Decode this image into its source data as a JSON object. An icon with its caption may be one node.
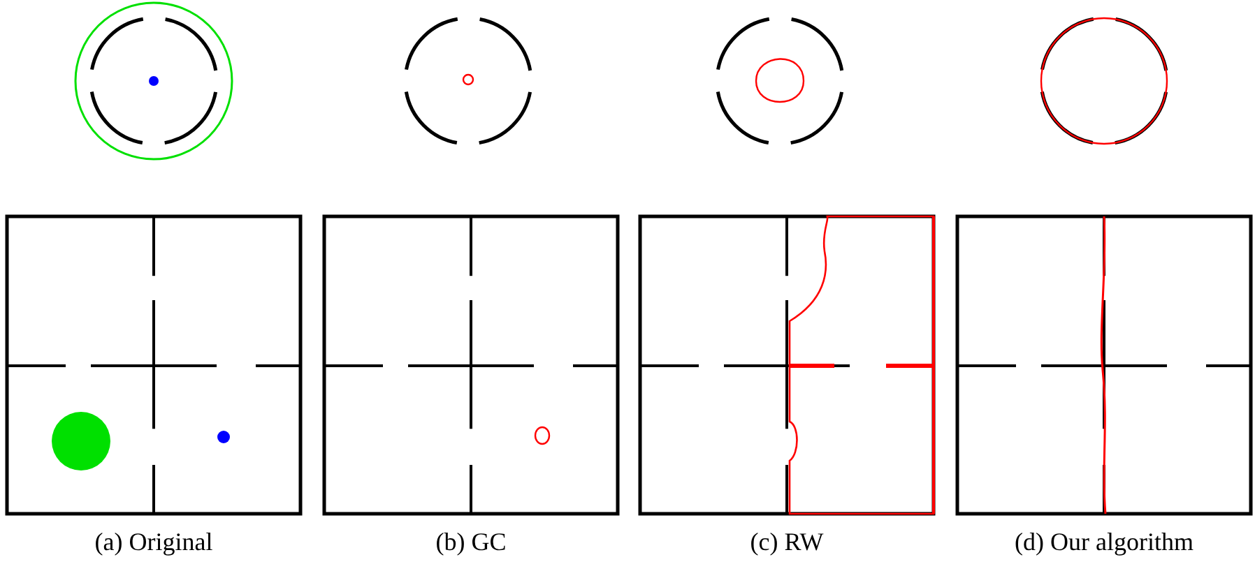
{
  "diagram": {
    "labels": [
      "(a) Original",
      "(b) GC",
      "(c) RW",
      "(d) Our algorithm"
    ]
  }
}
